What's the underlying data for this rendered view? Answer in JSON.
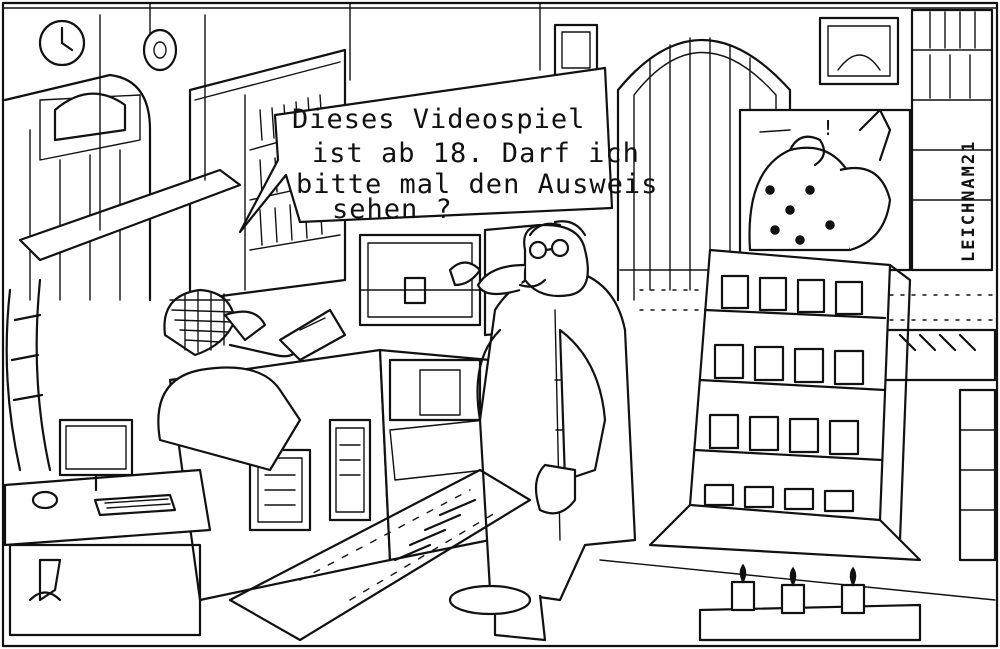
{
  "comic": {
    "speech_bubble": {
      "lines": [
        "Dieses Videospiel",
        "ist ab 18. Darf ich",
        "bitte mal den Ausweis",
        "sehen ?"
      ]
    },
    "signature": "LEICHNAM21",
    "background_person_exclamation": "!"
  }
}
